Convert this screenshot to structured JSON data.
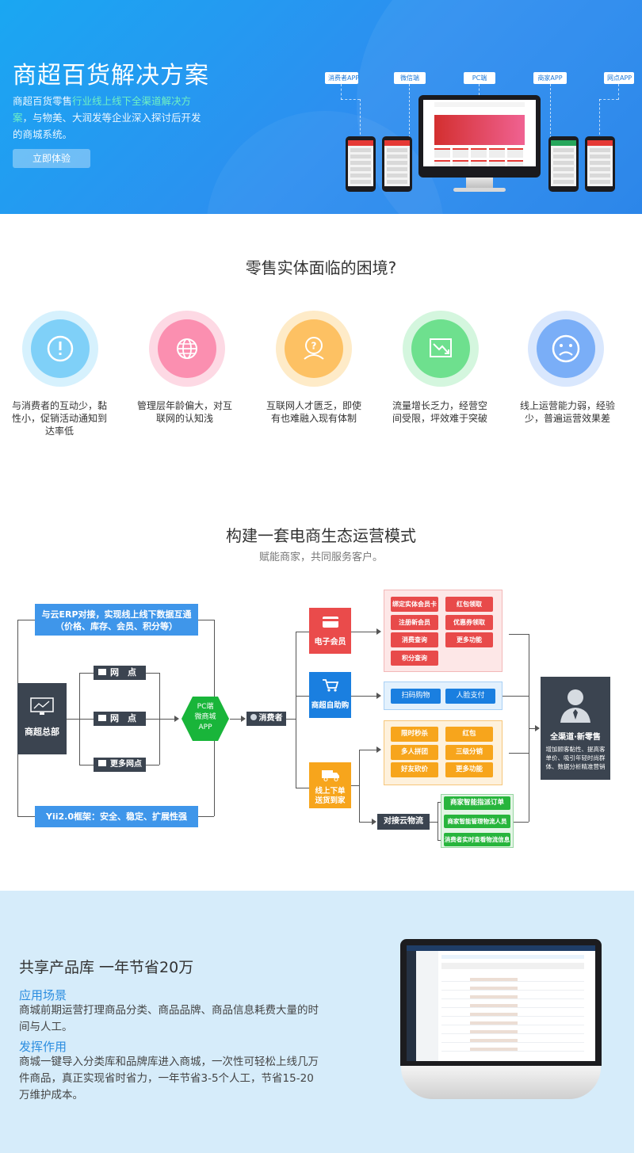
{
  "hero": {
    "title": "商超百货解决方案",
    "desc_before": "商超百货零售",
    "desc_highlight": "行业线上线下全渠道解决方案",
    "desc_after": "，与物美、大润发等企业深入探讨后开发的商城系统。",
    "cta_label": "立即体验",
    "devices": [
      "消费者APP",
      "微信端",
      "PC端",
      "商家APP",
      "网点APP"
    ]
  },
  "problems": {
    "title": "零售实体面临的困境?",
    "items": [
      {
        "icon": "exclamation-icon",
        "text": "与消费者的互动少，黏性小，促销活动通知到达率低",
        "color": "#7fd0f8"
      },
      {
        "icon": "globe-icon",
        "text": "管理层年龄偏大，对互联网的认知浅",
        "color": "#fb8fb0"
      },
      {
        "icon": "question-person-icon",
        "text": "互联网人才匮乏，即使有也难融入现有体制",
        "color": "#fdc163"
      },
      {
        "icon": "trend-down-icon",
        "text": "流量增长乏力，经营空间受限，坪效难于突破",
        "color": "#6ee08e"
      },
      {
        "icon": "sad-face-icon",
        "text": "线上运营能力弱，经验少，普遍运营效果差",
        "color": "#7aaef7"
      }
    ]
  },
  "ecosystem": {
    "title": "构建一套电商生态运营模式",
    "subtitle": "赋能商家，共同服务客户。",
    "erp_line1": "与云ERP对接，实现线上线下数据互通",
    "erp_line2": "（价格、库存、会员、积分等）",
    "framework": "Yii2.0框架：安全、稳定、扩展性强",
    "hq": "商超总部",
    "outlets": [
      "网　点",
      "网　点",
      "更多网点"
    ],
    "hub": [
      "PC端",
      "微商城",
      "APP"
    ],
    "consumer": "消费者",
    "member_title": "电子会员",
    "member_buttons": [
      "绑定实体会员卡",
      "红包领取",
      "注册新会员",
      "优惠券领取",
      "消费查询",
      "更多功能",
      "积分查询"
    ],
    "selfbuy_title": "商超自助购",
    "selfbuy_buttons": [
      "扫码购物",
      "人脸支付"
    ],
    "delivery_title_1": "线上下单",
    "delivery_title_2": "送货到家",
    "promo_buttons": [
      "限时秒杀",
      "红包",
      "多人拼团",
      "三级分销",
      "好友砍价",
      "更多功能"
    ],
    "logistics": "对接云物流",
    "logistics_buttons": [
      "商家智能指派订单",
      "商家智能管理物流人员",
      "消费者实时查看物流信息"
    ],
    "result_title": "全渠道·新零售",
    "result_desc": "增加顾客黏性、提高客单价、吸引年轻时尚群体、数据分析精准营销"
  },
  "library": {
    "title": "共享产品库  一年节省20万",
    "scene_title": "应用场景",
    "scene_text": "商城前期运营打理商品分类、商品品牌、商品信息耗费大量的时间与人工。",
    "effect_title": "发挥作用",
    "effect_text": "商城一键导入分类库和品牌库进入商城，一次性可轻松上线几万件商品，真正实现省时省力，一年节省3-5个人工，节省15-20万维护成本。"
  }
}
